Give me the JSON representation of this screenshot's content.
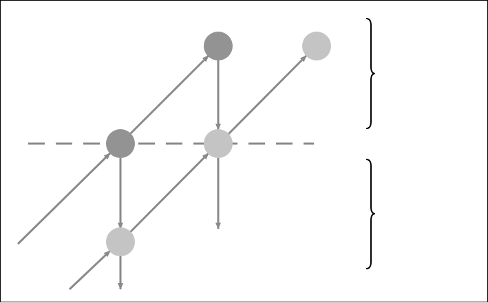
{
  "colors": {
    "dark_node": "#939393",
    "light_node": "#c4c4c4",
    "arrow": "#8a8a8a",
    "dashed_line": "#8a8a8a",
    "brace": "#000000",
    "border": "#000000",
    "background": "#ffffff"
  },
  "nodes": [
    {
      "id": "node-top-left",
      "shade": "dark"
    },
    {
      "id": "node-top-right",
      "shade": "light"
    },
    {
      "id": "node-middle-left",
      "shade": "dark"
    },
    {
      "id": "node-middle-right",
      "shade": "light"
    },
    {
      "id": "node-bottom",
      "shade": "light"
    }
  ],
  "braces": [
    {
      "id": "brace-upper"
    },
    {
      "id": "brace-lower"
    }
  ]
}
